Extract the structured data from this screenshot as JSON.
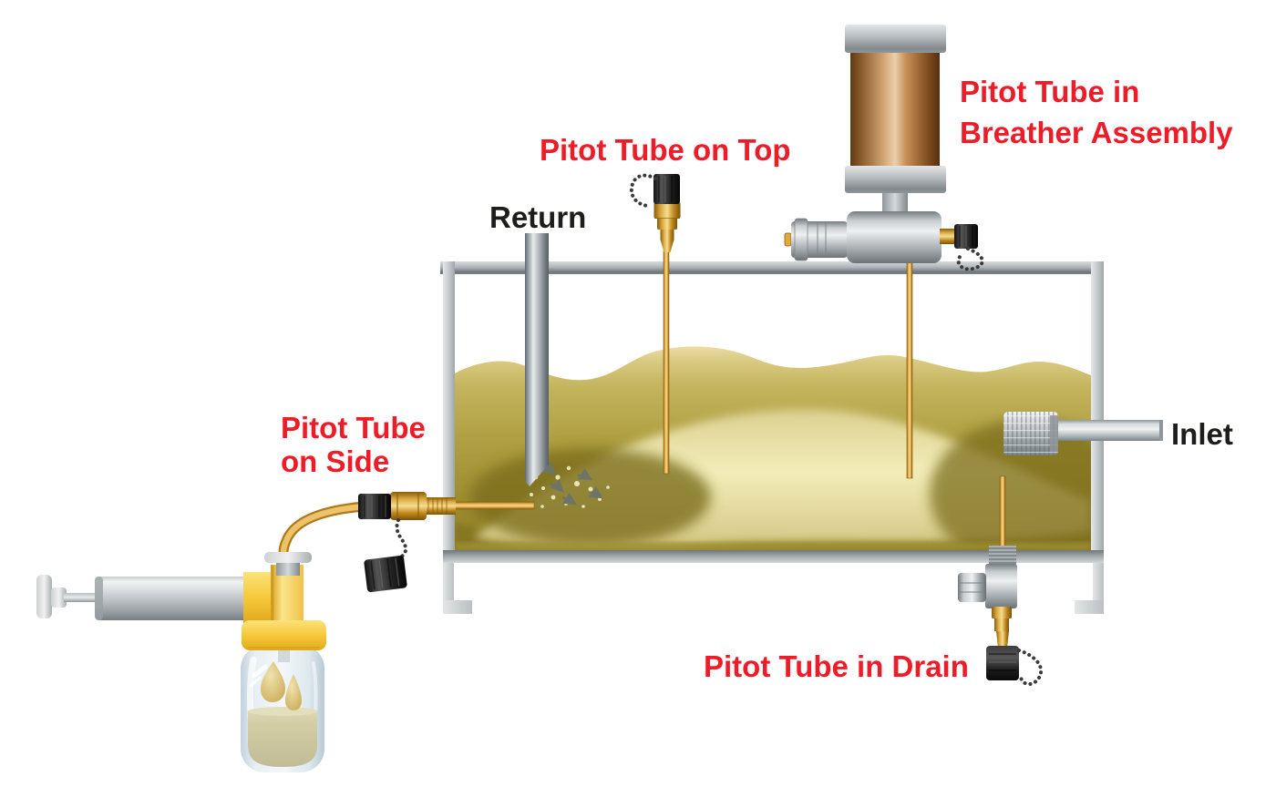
{
  "diagram": {
    "labels": {
      "breather_line1": "Pitot Tube in",
      "breather_line2": "Breather Assembly",
      "top": "Pitot Tube on Top",
      "side_line1": "Pitot Tube",
      "side_line2": "on Side",
      "drain": "Pitot Tube in Drain",
      "return_pipe": "Return",
      "inlet_pipe": "Inlet"
    },
    "colors": {
      "label_red": "#ed1c29",
      "label_black": "#1d1d1b",
      "oil": "#b0a043",
      "oil_light": "#f7f2c0",
      "oil_dark": "#7b6e1b",
      "steel": "#aab0b3",
      "brass": "#d8a93f",
      "copper": "#b5722f",
      "pump_yellow": "#f6c93a",
      "background": "#ffffff"
    }
  }
}
